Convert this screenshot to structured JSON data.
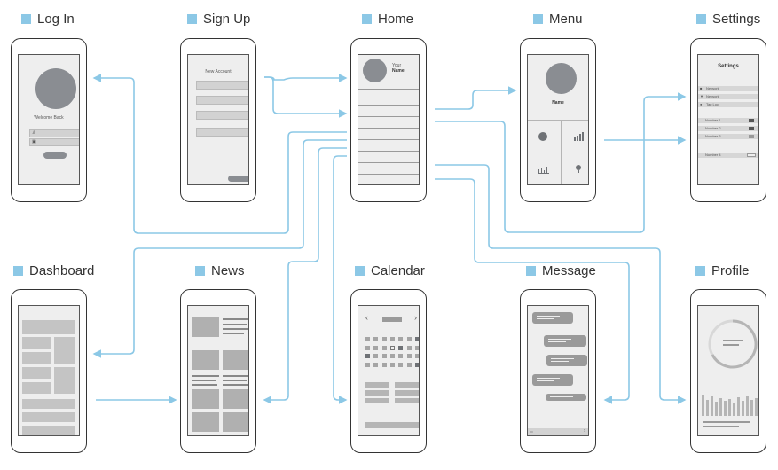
{
  "screens": {
    "login": {
      "title": "Log In",
      "welcome": "Welcome Back"
    },
    "signup": {
      "title": "Sign Up",
      "heading": "New Account"
    },
    "home": {
      "title": "Home",
      "your": "Your",
      "name": "Name"
    },
    "menu": {
      "title": "Menu",
      "name": "Name"
    },
    "settings": {
      "title": "Settings",
      "header": "Settings",
      "rows": [
        "Network",
        "Network",
        "Tap Loc"
      ],
      "numbers": [
        "Number 1",
        "Number 2",
        "Number 3"
      ],
      "number4": "Number 4"
    },
    "dashboard": {
      "title": "Dashboard"
    },
    "news": {
      "title": "News"
    },
    "calendar": {
      "title": "Calendar"
    },
    "message": {
      "title": "Message"
    },
    "profile": {
      "title": "Profile"
    }
  },
  "colors": {
    "accent": "#8cc8e6",
    "frame": "#333333",
    "screen": "#eeeeee",
    "block": "#c4c4c4",
    "dark": "#8a8d92"
  },
  "icons": [
    "user-icon",
    "lock-icon",
    "pie-chart-icon",
    "bar-chart-icon",
    "line-chart-icon",
    "lightbulb-icon",
    "chevron-left-icon",
    "chevron-right-icon"
  ]
}
